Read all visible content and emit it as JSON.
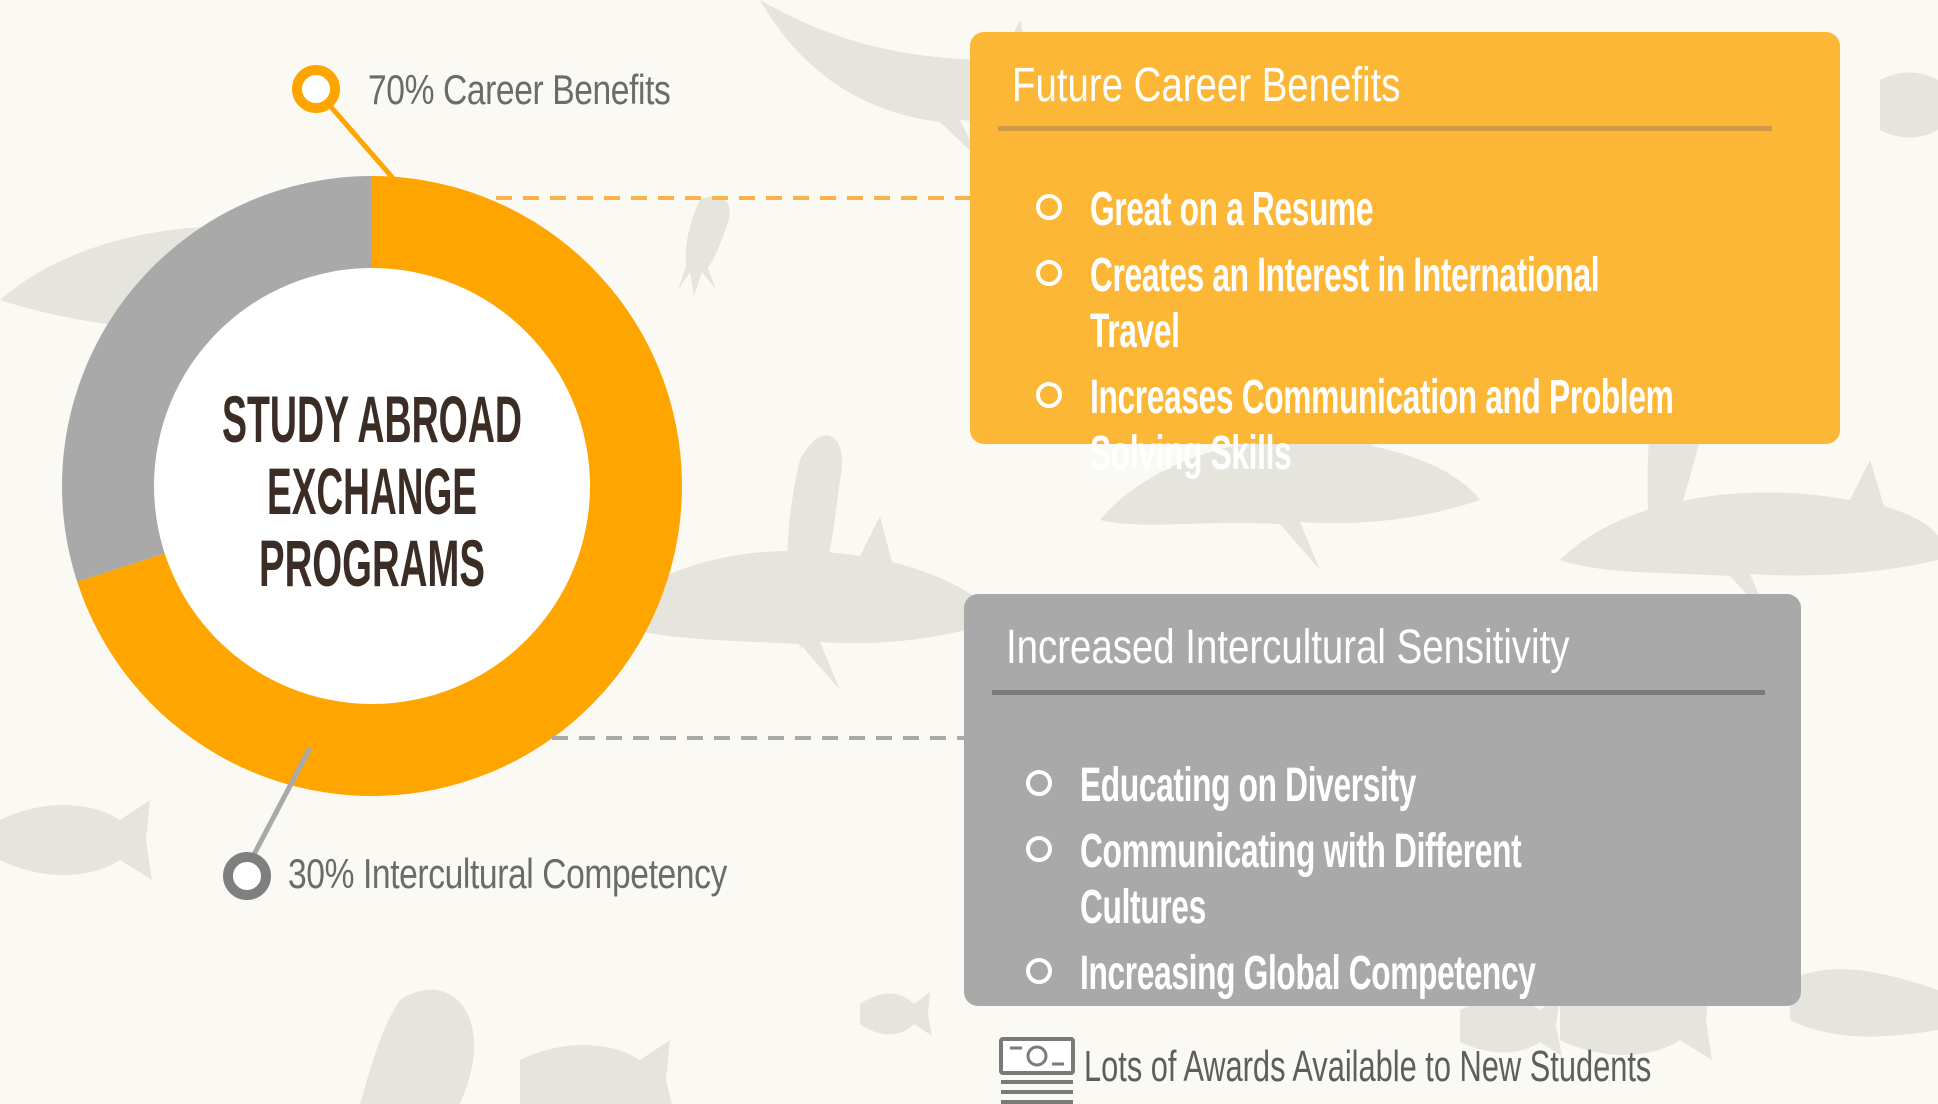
{
  "colors": {
    "accent": "#ffa500",
    "secondary": "#a9a9a9",
    "orange_card": "#fdb736",
    "gray_card": "#a9a9a9",
    "center_text": "#3b2d26",
    "background": "#faf9f4"
  },
  "chart_data": {
    "type": "pie",
    "style": "donut",
    "categories": [
      "Career Benefits",
      "Intercultural Competency"
    ],
    "values": [
      70,
      30
    ],
    "center_label_lines": [
      "STUDY ABROAD",
      "EXCHANGE",
      "PROGRAMS"
    ],
    "annotations": [
      "70% Career Benefits",
      "30% Intercultural Competency"
    ]
  },
  "cards": {
    "career": {
      "title": "Future Career Benefits",
      "items": [
        "Great on a Resume",
        "Creates an Interest in International Travel",
        "Increases Communication and Problem Solving Skills"
      ]
    },
    "intercultural": {
      "title": "Increased Intercultural Sensitivity",
      "items": [
        "Educating on Diversity",
        "Communicating with Different Cultures",
        "Increasing Global Competency"
      ]
    }
  },
  "awards": {
    "icon": "money-bill-icon",
    "text": "Lots of Awards Available to New Students"
  }
}
